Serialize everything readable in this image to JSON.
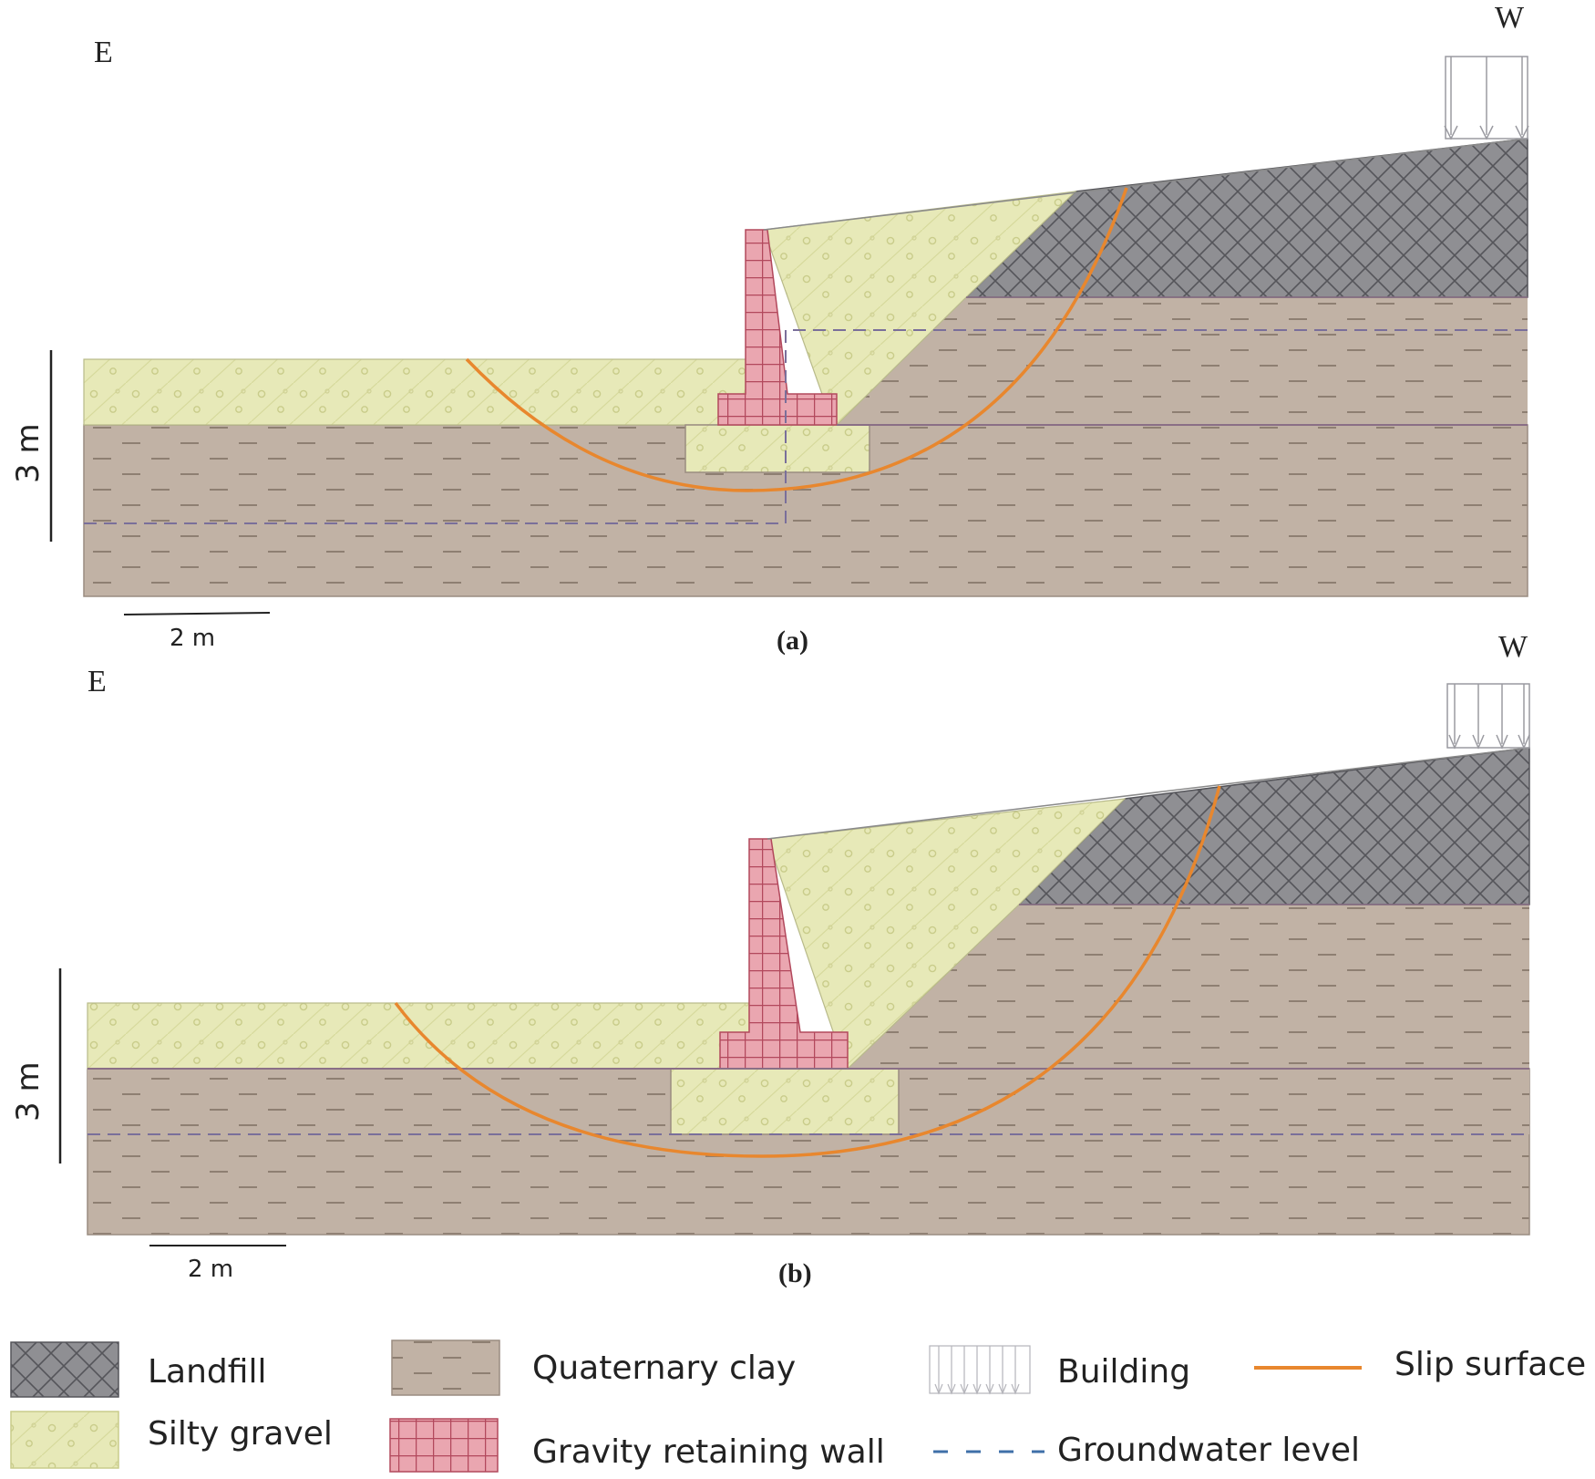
{
  "panels": [
    {
      "id": "a",
      "caption": "(a)",
      "east_label": "E",
      "west_label": "W",
      "vertical_scale_label": "3 m",
      "horizontal_scale_label": "2 m"
    },
    {
      "id": "b",
      "caption": "(b)",
      "east_label": "E",
      "west_label": "W",
      "vertical_scale_label": "3 m",
      "horizontal_scale_label": "2 m"
    }
  ],
  "legend": {
    "landfill": "Landfill",
    "silty_gravel": "Silty gravel",
    "quaternary_clay": "Quaternary clay",
    "gravity_wall": "Gravity retaining wall",
    "building": "Building",
    "groundwater": "Groundwater level",
    "slip_surface": "Slip surface"
  },
  "colors": {
    "landfill": "#8f8f93",
    "silty_gravel": "#e7e9b8",
    "quaternary_clay": "#c1b2a5",
    "gravity_wall": "#eaa6b0",
    "slip_surface": "#e8872e",
    "groundwater_diagram": "#7a6f9a",
    "groundwater_legend": "#3f6fa8"
  }
}
